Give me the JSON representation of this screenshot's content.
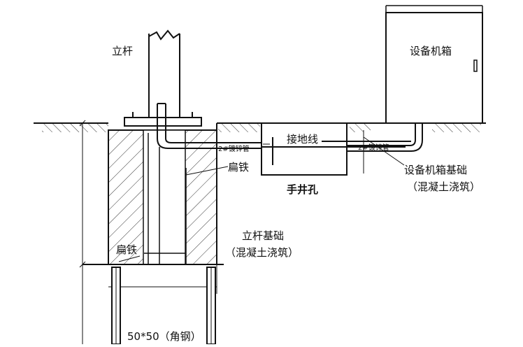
{
  "labels": {
    "pole": "立杆",
    "equipment_box": "设备机箱",
    "ground_wire": "接地线",
    "flat_iron_pole": "扁铁",
    "flat_iron_bottom": "扁铁",
    "hand_well": "手井孔",
    "box_foundation": "设备机箱基础",
    "box_foundation_note": "（混凝土浇筑）",
    "pole_foundation": "立杆基础",
    "pole_foundation_note": "（混凝土浇筑）",
    "angle_steel": "50*50（角钢）",
    "pipe_label_left": "2#镀锌管",
    "pipe_label_right": "2#镀锌管"
  },
  "colors": {
    "line": "#111111",
    "background": "#ffffff"
  }
}
